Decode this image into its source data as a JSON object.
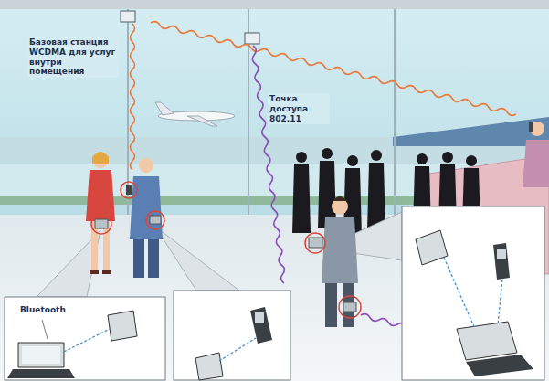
{
  "diagram": {
    "labels": [
      "Базовая станция WCDMA для услуг внутри помещения",
      "Точка доступа 802.11",
      "Bluetooth"
    ]
  }
}
